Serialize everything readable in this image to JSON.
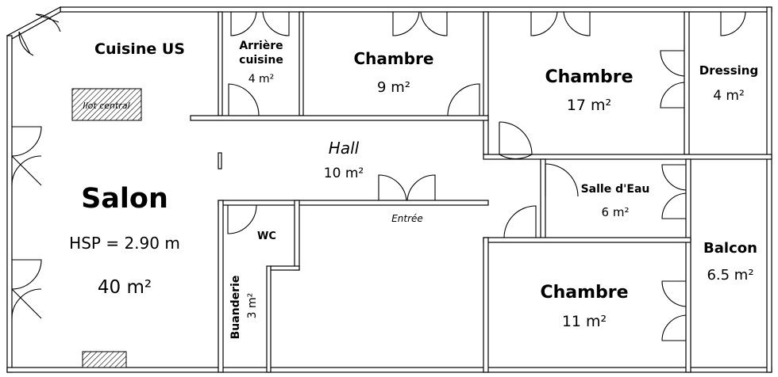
{
  "rooms": {
    "cuisine": {
      "name": "Cuisine US",
      "island": "Ilot central"
    },
    "arriere": {
      "name_line1": "Arrière",
      "name_line2": "cuisine",
      "area": "4 m²"
    },
    "chambre9": {
      "name": "Chambre",
      "area": "9 m²"
    },
    "chambre17": {
      "name": "Chambre",
      "area": "17 m²"
    },
    "dressing": {
      "name": "Dressing",
      "area": "4 m²"
    },
    "salon": {
      "name": "Salon",
      "hsp": "HSP = 2.90 m",
      "area": "40 m²"
    },
    "hall": {
      "name": "Hall",
      "area": "10 m²",
      "entry": "Entrée"
    },
    "wc": {
      "name": "WC"
    },
    "buanderie": {
      "name": "Buanderie",
      "area": "3 m²"
    },
    "salle_eau": {
      "name": "Salle d'Eau",
      "area": "6 m²"
    },
    "chambre11": {
      "name": "Chambre",
      "area": "11 m²"
    },
    "balcon": {
      "name": "Balcon",
      "area": "6.5 m²"
    }
  },
  "colors": {
    "wall_fill": "#ffffff",
    "line": "#000000"
  }
}
